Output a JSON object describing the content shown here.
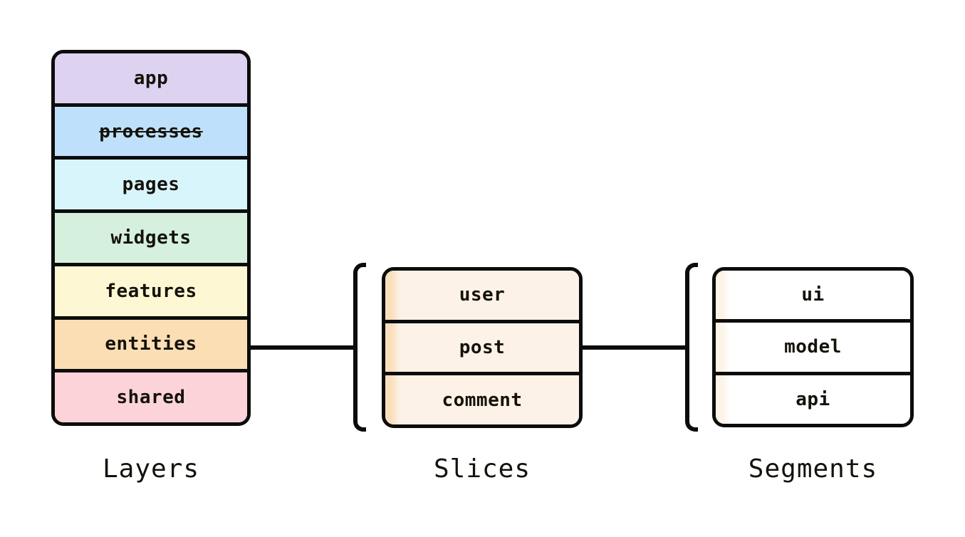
{
  "diagram": {
    "background_color": "#ffffff",
    "line_color": "#0c0c0c",
    "text_color": "#14120b",
    "groups": [
      {
        "title": "Layers",
        "items": [
          {
            "label": "app",
            "color": "#ddd2f0"
          },
          {
            "label": "processes",
            "color": "#bfe0fa",
            "decoration": "line-through"
          },
          {
            "label": "pages",
            "color": "#d9f5fc"
          },
          {
            "label": "widgets",
            "color": "#d5f0dd"
          },
          {
            "label": "features",
            "color": "#fdf7d3"
          },
          {
            "label": "entities",
            "color": "#fbdeb4"
          },
          {
            "label": "shared",
            "color": "#fcd3d8"
          }
        ]
      },
      {
        "title": "Slices",
        "items": [
          {
            "label": "user",
            "fill": "#fdf2e7",
            "strip": "#fadfbc"
          },
          {
            "label": "post",
            "fill": "#fdf2e7",
            "strip": "#fadfbc"
          },
          {
            "label": "comment",
            "fill": "#fdf2e7",
            "strip": "#fadfbc"
          }
        ]
      },
      {
        "title": "Segments",
        "items": [
          {
            "label": "ui",
            "fill": "#ffffff",
            "strip": "#fdf3e7"
          },
          {
            "label": "model",
            "fill": "#ffffff",
            "strip": "#fdf3e7"
          },
          {
            "label": "api",
            "fill": "#ffffff",
            "strip": "#fdf3e7"
          }
        ]
      }
    ]
  }
}
